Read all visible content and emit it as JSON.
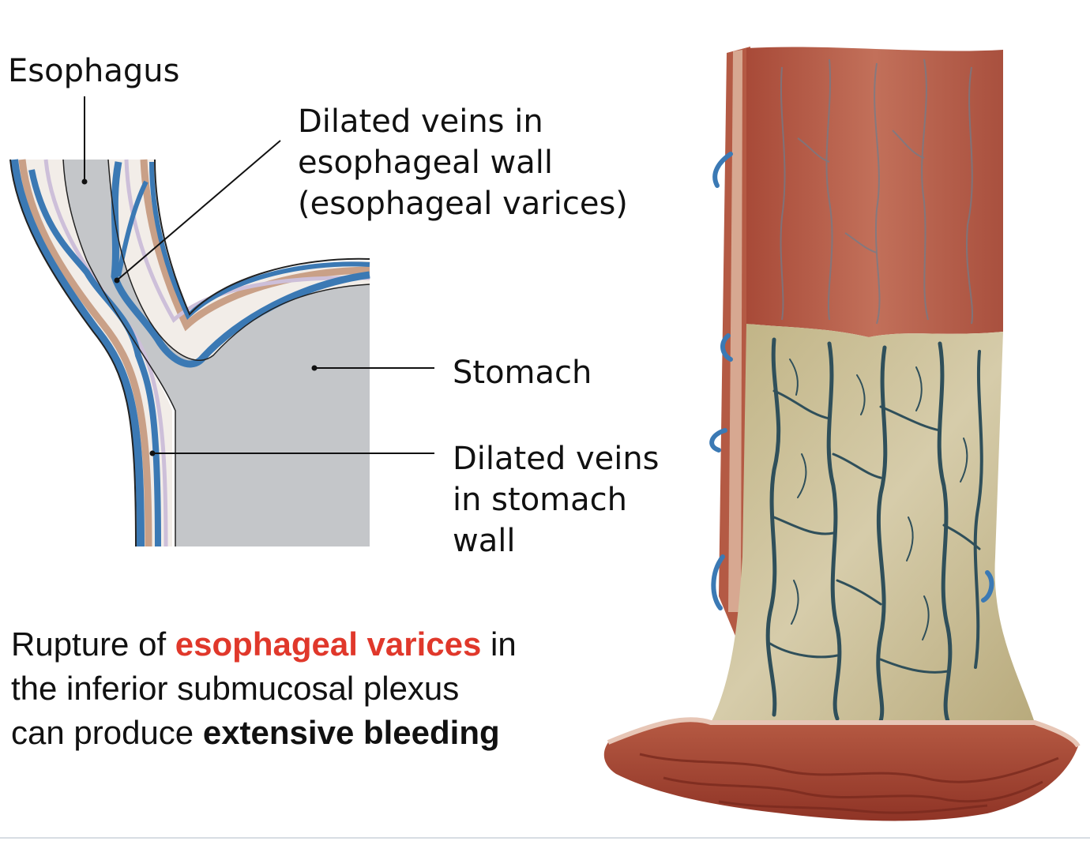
{
  "labels": {
    "esophagus": "Esophagus",
    "veins_esophageal": [
      "Dilated veins in",
      "esophageal wall",
      "(esophageal varices)"
    ],
    "stomach": "Stomach",
    "veins_stomach": [
      "Dilated veins",
      "in stomach",
      "wall"
    ]
  },
  "caption": {
    "line1_pre": "Rupture of ",
    "line1_highlight": "esophageal varices",
    "line1_post": " in",
    "line2": "the inferior submucosal plexus",
    "line3_pre": "can produce ",
    "line3_bold": "extensive bleeding"
  },
  "colors": {
    "highlight": "#e0382b",
    "vein": "#3b79b4",
    "muscle": "#c9a087",
    "lumen": "#c4c6c9",
    "mucosa_red": "#b85a45",
    "submucosa": "#c8bd92"
  }
}
